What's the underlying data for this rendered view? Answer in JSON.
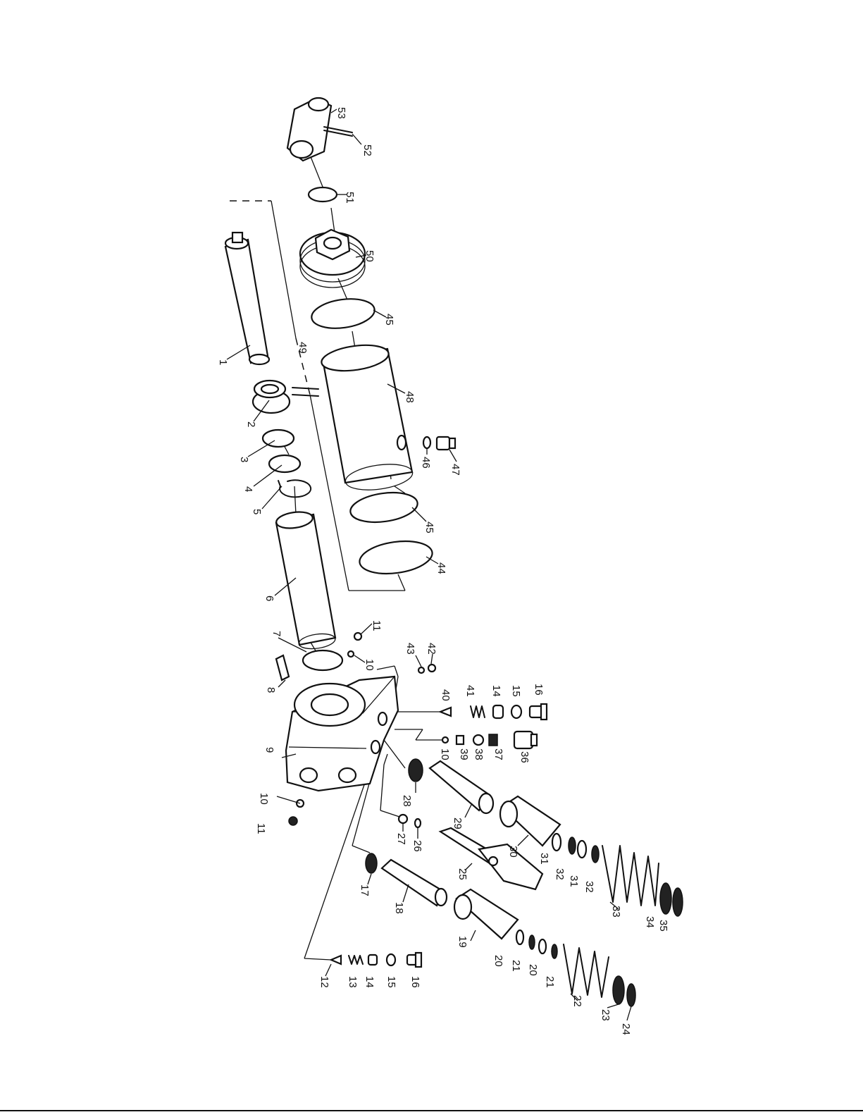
{
  "labels": [
    {
      "id": "l53",
      "text": "53"
    },
    {
      "id": "l52",
      "text": "52"
    },
    {
      "id": "l51",
      "text": "51"
    },
    {
      "id": "l50",
      "text": "50"
    },
    {
      "id": "l45a",
      "text": "45"
    },
    {
      "id": "l49",
      "text": "49"
    },
    {
      "id": "l1",
      "text": "1"
    },
    {
      "id": "l48",
      "text": "48"
    },
    {
      "id": "l2",
      "text": "2"
    },
    {
      "id": "l3",
      "text": "3"
    },
    {
      "id": "l46",
      "text": "46"
    },
    {
      "id": "l47",
      "text": "47"
    },
    {
      "id": "l4",
      "text": "4"
    },
    {
      "id": "l5",
      "text": "5"
    },
    {
      "id": "l45b",
      "text": "45"
    },
    {
      "id": "l44",
      "text": "44"
    },
    {
      "id": "l6",
      "text": "6"
    },
    {
      "id": "l7",
      "text": "7"
    },
    {
      "id": "l11a",
      "text": "11"
    },
    {
      "id": "l43",
      "text": "43"
    },
    {
      "id": "l42",
      "text": "42"
    },
    {
      "id": "l10a",
      "text": "10"
    },
    {
      "id": "l8",
      "text": "8"
    },
    {
      "id": "l40",
      "text": "40"
    },
    {
      "id": "l41",
      "text": "41"
    },
    {
      "id": "l14a",
      "text": "14"
    },
    {
      "id": "l15a",
      "text": "15"
    },
    {
      "id": "l16a",
      "text": "16"
    },
    {
      "id": "l9",
      "text": "9"
    },
    {
      "id": "l10b",
      "text": "10"
    },
    {
      "id": "l39",
      "text": "39"
    },
    {
      "id": "l38",
      "text": "38"
    },
    {
      "id": "l37",
      "text": "37"
    },
    {
      "id": "l36",
      "text": "36"
    },
    {
      "id": "l10c",
      "text": "10"
    },
    {
      "id": "l11b",
      "text": "11"
    },
    {
      "id": "l28",
      "text": "28"
    },
    {
      "id": "l29",
      "text": "29"
    },
    {
      "id": "l27",
      "text": "27"
    },
    {
      "id": "l26",
      "text": "26"
    },
    {
      "id": "l30",
      "text": "30"
    },
    {
      "id": "l25",
      "text": "25"
    },
    {
      "id": "l31a",
      "text": "31"
    },
    {
      "id": "l32a",
      "text": "32"
    },
    {
      "id": "l31b",
      "text": "31"
    },
    {
      "id": "l32b",
      "text": "32"
    },
    {
      "id": "l33",
      "text": "33"
    },
    {
      "id": "l17",
      "text": "17"
    },
    {
      "id": "l18",
      "text": "18"
    },
    {
      "id": "l34",
      "text": "34"
    },
    {
      "id": "l35",
      "text": "35"
    },
    {
      "id": "l19",
      "text": "19"
    },
    {
      "id": "l20a",
      "text": "20"
    },
    {
      "id": "l21a",
      "text": "21"
    },
    {
      "id": "l20b",
      "text": "20"
    },
    {
      "id": "l21b",
      "text": "21"
    },
    {
      "id": "l22",
      "text": "22"
    },
    {
      "id": "l12",
      "text": "12"
    },
    {
      "id": "l13",
      "text": "13"
    },
    {
      "id": "l14b",
      "text": "14"
    },
    {
      "id": "l15b",
      "text": "15"
    },
    {
      "id": "l16b",
      "text": "16"
    },
    {
      "id": "l23",
      "text": "23"
    },
    {
      "id": "l24",
      "text": "24"
    }
  ]
}
